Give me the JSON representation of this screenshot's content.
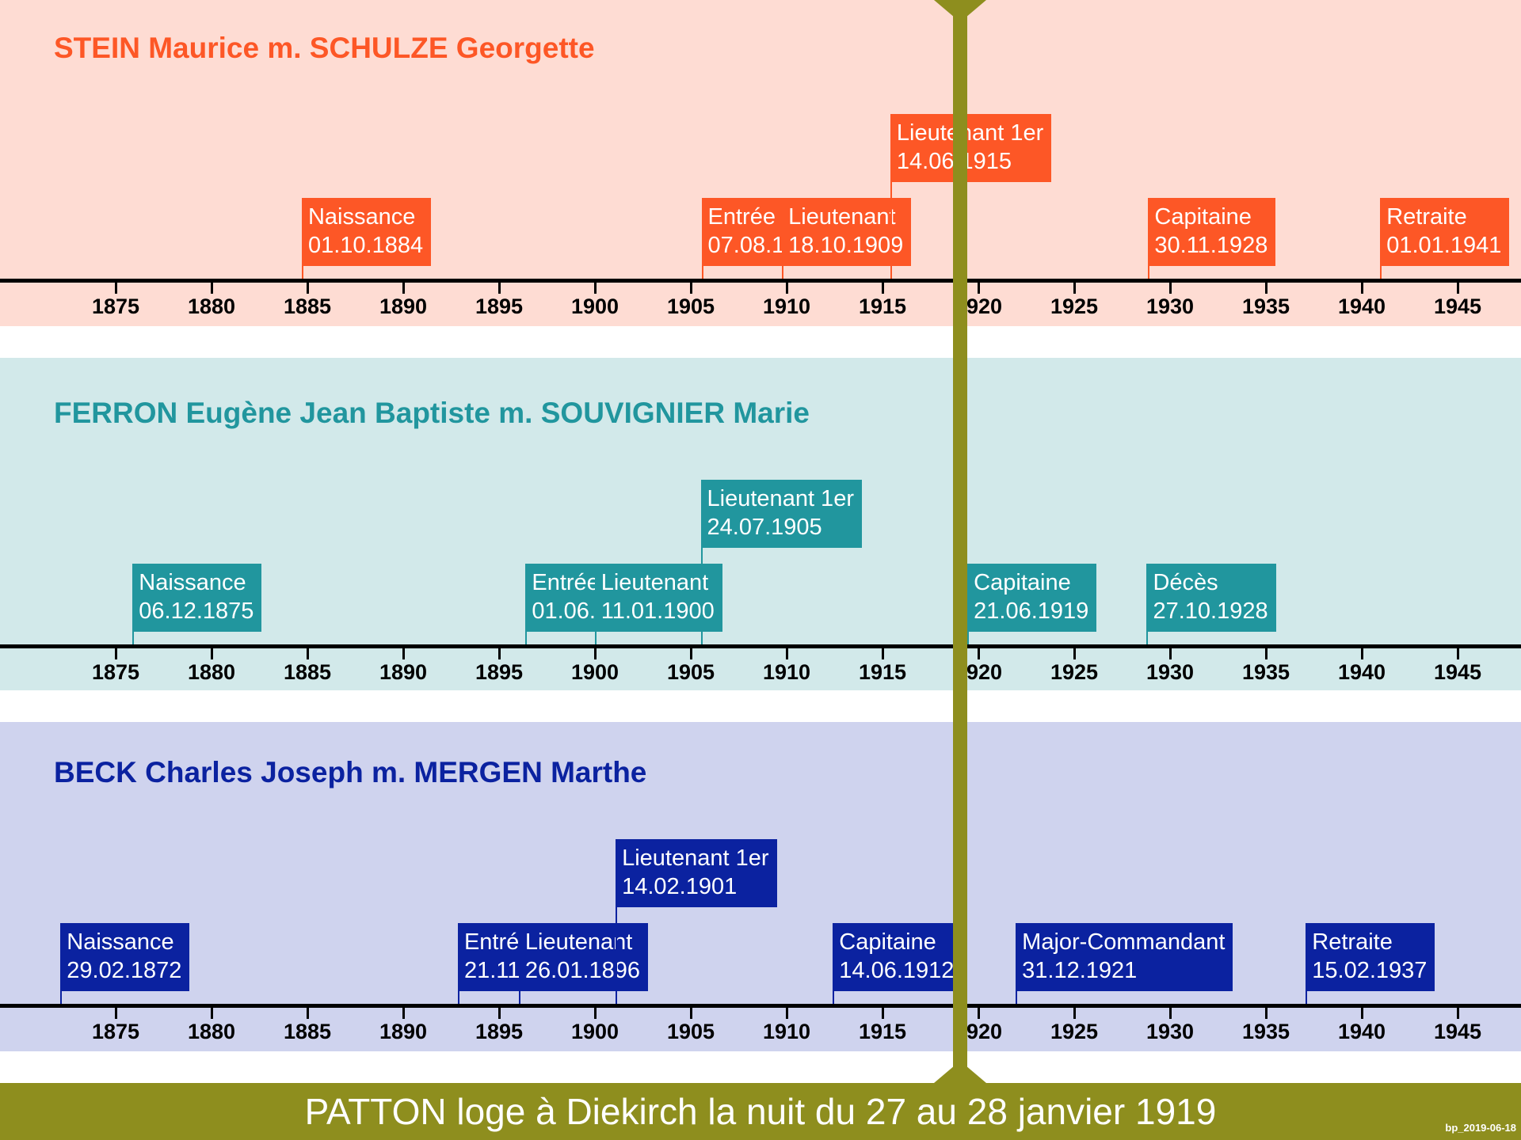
{
  "colors": {
    "patton": "#8e8e1e",
    "axis": "#000000"
  },
  "axis_years": [
    1875,
    1880,
    1885,
    1890,
    1895,
    1900,
    1905,
    1910,
    1915,
    1920,
    1925,
    1930,
    1935,
    1940,
    1945
  ],
  "patton": {
    "year": 1919.07,
    "label": "PATTON loge à Diekirch la nuit du 27 au 28 janvier 1919"
  },
  "stamp": "bp_2019-06-18",
  "panels": [
    {
      "title": "STEIN Maurice m. SCHULZE Georgette",
      "color": "#fd5726",
      "bg": "#fedcd3",
      "events": [
        {
          "label": "Naissance",
          "date": "01.10.1884",
          "year": 1884.75,
          "level": 1
        },
        {
          "label": "Entrée",
          "date": "07.08.1905",
          "year": 1905.6,
          "level": 1
        },
        {
          "label": "Lieutenant",
          "date": "18.10.1909",
          "year": 1909.8,
          "level": 1
        },
        {
          "label": "Lieutenant 1er",
          "date": "14.06.1915",
          "year": 1915.45,
          "level": 2
        },
        {
          "label": "Capitaine",
          "date": "30.11.1928",
          "year": 1928.9,
          "level": 1
        },
        {
          "label": "Retraite",
          "date": "01.01.1941",
          "year": 1941.0,
          "level": 1
        }
      ]
    },
    {
      "title": "FERRON Eugène Jean Baptiste m. SOUVIGNIER Marie",
      "color": "#21969e",
      "bg": "#d2e9ea",
      "events": [
        {
          "label": "Naissance",
          "date": "06.12.1875",
          "year": 1875.92,
          "level": 1
        },
        {
          "label": "Entrée",
          "date": "01.06.1896",
          "year": 1896.42,
          "level": 1
        },
        {
          "label": "Lieutenant",
          "date": "11.01.1900",
          "year": 1900.03,
          "level": 1
        },
        {
          "label": "Lieutenant 1er",
          "date": "24.07.1905",
          "year": 1905.56,
          "level": 2
        },
        {
          "label": "Capitaine",
          "date": "21.06.1919",
          "year": 1919.47,
          "level": 1
        },
        {
          "label": "Décès",
          "date": "27.10.1928",
          "year": 1928.82,
          "level": 1
        }
      ]
    },
    {
      "title": "BECK Charles Joseph m. MERGEN Marthe",
      "color": "#0b22a0",
      "bg": "#cfd3ee",
      "events": [
        {
          "label": "Naissance",
          "date": "29.02.1872",
          "year": 1872.16,
          "level": 1
        },
        {
          "label": "Entrée",
          "date": "21.11.1892",
          "year": 1892.89,
          "level": 1
        },
        {
          "label": "Lieutenant",
          "date": "26.01.1896",
          "year": 1896.07,
          "level": 1
        },
        {
          "label": "Lieutenant 1er",
          "date": "14.02.1901",
          "year": 1901.12,
          "level": 2
        },
        {
          "label": "Capitaine",
          "date": "14.06.1912",
          "year": 1912.45,
          "level": 1
        },
        {
          "label": "Major-Commandant",
          "date": "31.12.1921",
          "year": 1921.99,
          "level": 1
        },
        {
          "label": "Retraite",
          "date": "15.02.1937",
          "year": 1937.12,
          "level": 1
        }
      ]
    }
  ]
}
